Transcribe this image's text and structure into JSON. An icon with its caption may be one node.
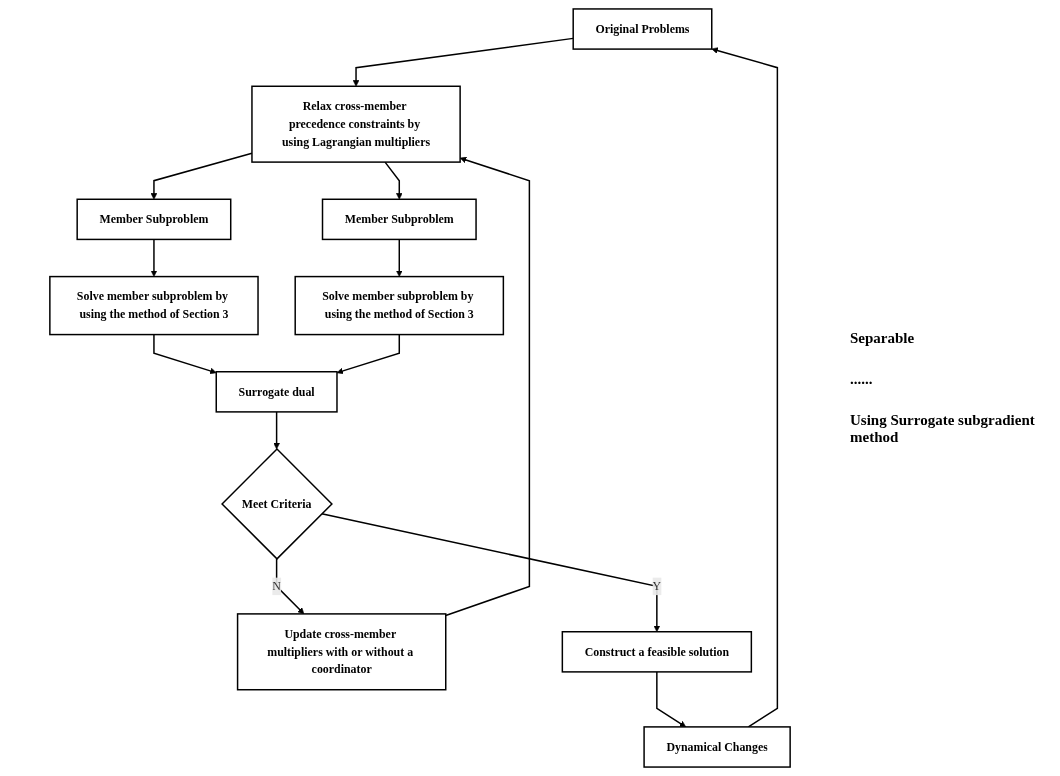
{
  "diagram": {
    "nodes": [
      {
        "text": [
          "Original Problems"
        ]
      },
      {
        "text": [
          "Relax cross-member precedence constraints by using Lagrangian multipliers"
        ]
      },
      {
        "text": [
          "Update cross-member multipliers with or without a coordinator"
        ]
      },
      {
        "text": [
          "Member Subproblem"
        ]
      },
      {
        "text": [
          "Member Subproblem"
        ]
      },
      {
        "text": [
          "Solve member subproblem by using the method of Section 3"
        ]
      },
      {
        "text": [
          "Solve member subproblem by using the method of Section 3"
        ]
      },
      {
        "text": [
          "Surrogate dual"
        ]
      },
      {
        "text": [
          "Meet Criteria"
        ]
      },
      {
        "text": [
          "Construct a feasible solution"
        ]
      },
      {
        "text": [
          "Dynamical Changes"
        ]
      }
    ],
    "edges": [
      {
        "from": 0,
        "to": 1,
        "arrow": "to"
      },
      {
        "from": 1,
        "to": 3,
        "arrow": "to"
      },
      {
        "from": 1,
        "to": 4,
        "arrow": "to"
      },
      {
        "from": 3,
        "to": 5,
        "arrow": "to"
      },
      {
        "from": 4,
        "to": 6,
        "arrow": "to"
      },
      {
        "from": 5,
        "to": 7,
        "arrow": "to"
      },
      {
        "from": 6,
        "to": 7,
        "arrow": "to"
      },
      {
        "from": 7,
        "to": 8,
        "arrow": "to"
      },
      {
        "from": 8,
        "to": 2,
        "label": "N",
        "arrow": "to"
      },
      {
        "from": 2,
        "to": 1,
        "arrow": "to"
      },
      {
        "from": 8,
        "to": 9,
        "label": "Y",
        "arrow": "to"
      },
      {
        "from": 9,
        "to": 10,
        "arrow": "to"
      },
      {
        "from": 10,
        "to": 0,
        "arrow": "to"
      }
    ],
    "labels": [
      "Separable",
      "......",
      "Using Surrogate subgradient method"
    ]
  }
}
